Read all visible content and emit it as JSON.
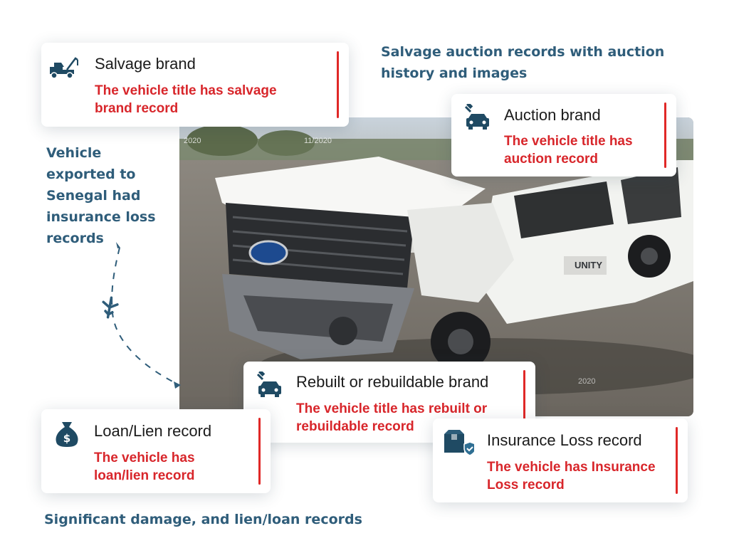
{
  "captions": {
    "top_right": "Salvage auction records with auction history and images",
    "left": "Vehicle exported to Senegal had insurance loss records",
    "bottom": "Significant damage, and lien/loan records"
  },
  "photo": {
    "date_stamps": [
      "2020",
      "11/2020",
      "2020"
    ],
    "truck_door_text": "UNITY"
  },
  "cards": {
    "salvage": {
      "icon": "tow-truck-icon",
      "title": "Salvage brand",
      "subtitle": "The vehicle title has salvage brand record"
    },
    "auction": {
      "icon": "auction-car-icon",
      "title": "Auction brand",
      "subtitle": "The vehicle title has auction record"
    },
    "rebuilt": {
      "icon": "auction-car-icon",
      "title": "Rebuilt or rebuildable brand",
      "subtitle": "The vehicle title has rebuilt or rebuildable record"
    },
    "loan": {
      "icon": "money-bag-icon",
      "title": "Loan/Lien record",
      "subtitle": "The vehicle has loan/lien record"
    },
    "insurance": {
      "icon": "insured-box-icon",
      "title": "Insurance Loss record",
      "subtitle": "The vehicle has Insurance Loss record"
    }
  },
  "colors": {
    "accent_red": "#e02827",
    "caption_blue": "#2f5d7a",
    "icon_navy": "#1f4a63"
  }
}
